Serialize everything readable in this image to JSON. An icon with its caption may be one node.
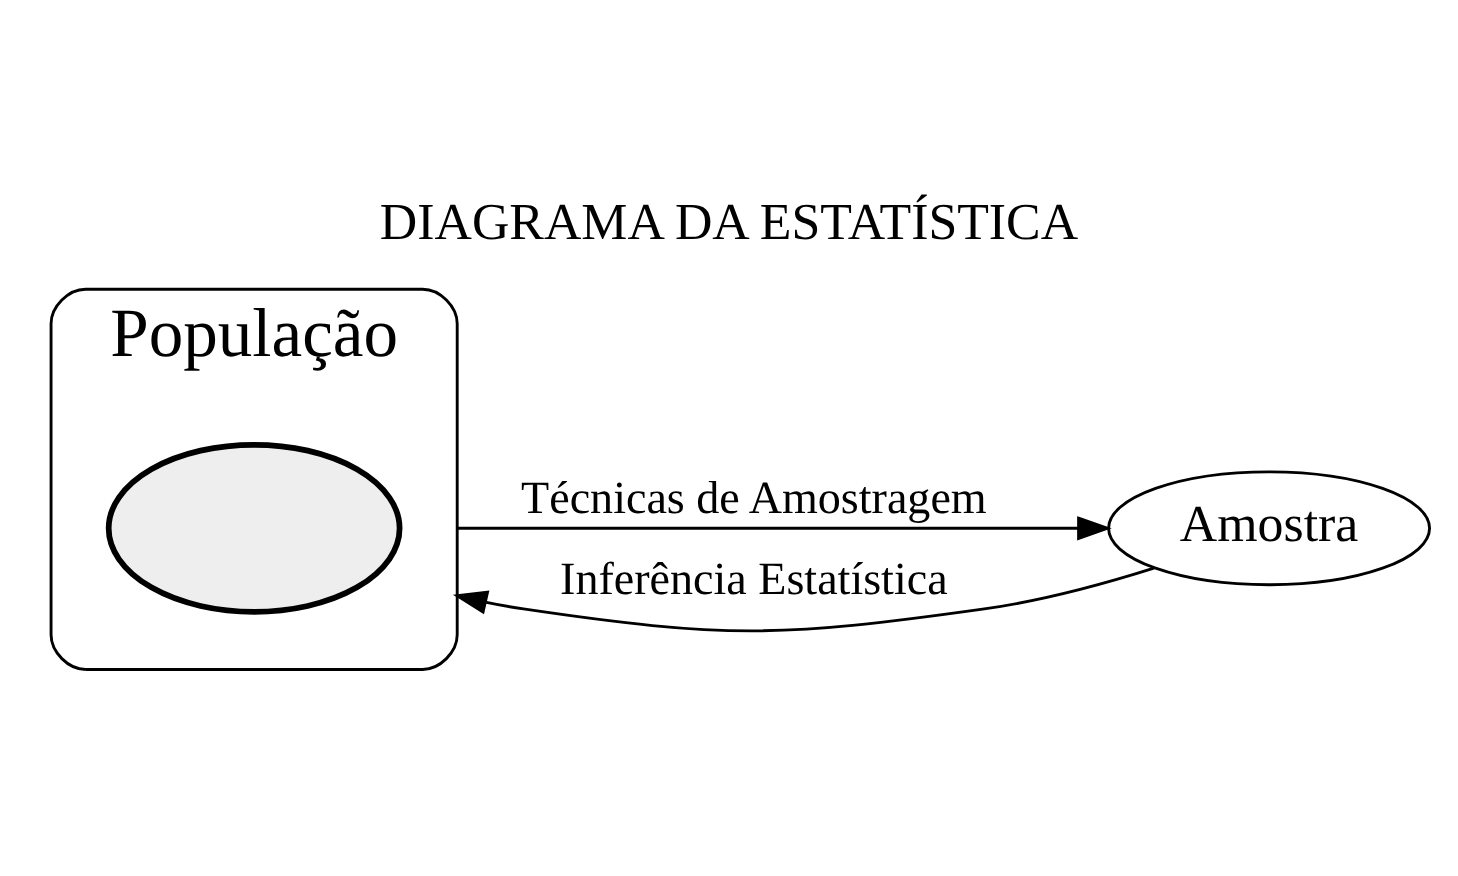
{
  "diagram": {
    "title": "DIAGRAMA DA ESTATÍSTICA",
    "nodes": [
      {
        "text": [
          "População"
        ]
      },
      {
        "text": [],
        "shape": "ellipse",
        "in": 0
      },
      {
        "text": [
          "Amostra"
        ]
      }
    ],
    "edges": [
      {
        "from": 0,
        "to": 2,
        "arrow": "to",
        "label": "Técnicas de Amostragem"
      },
      {
        "from": 2,
        "to": 0,
        "arrow": "to",
        "label": "Inferência Estatística"
      }
    ]
  }
}
